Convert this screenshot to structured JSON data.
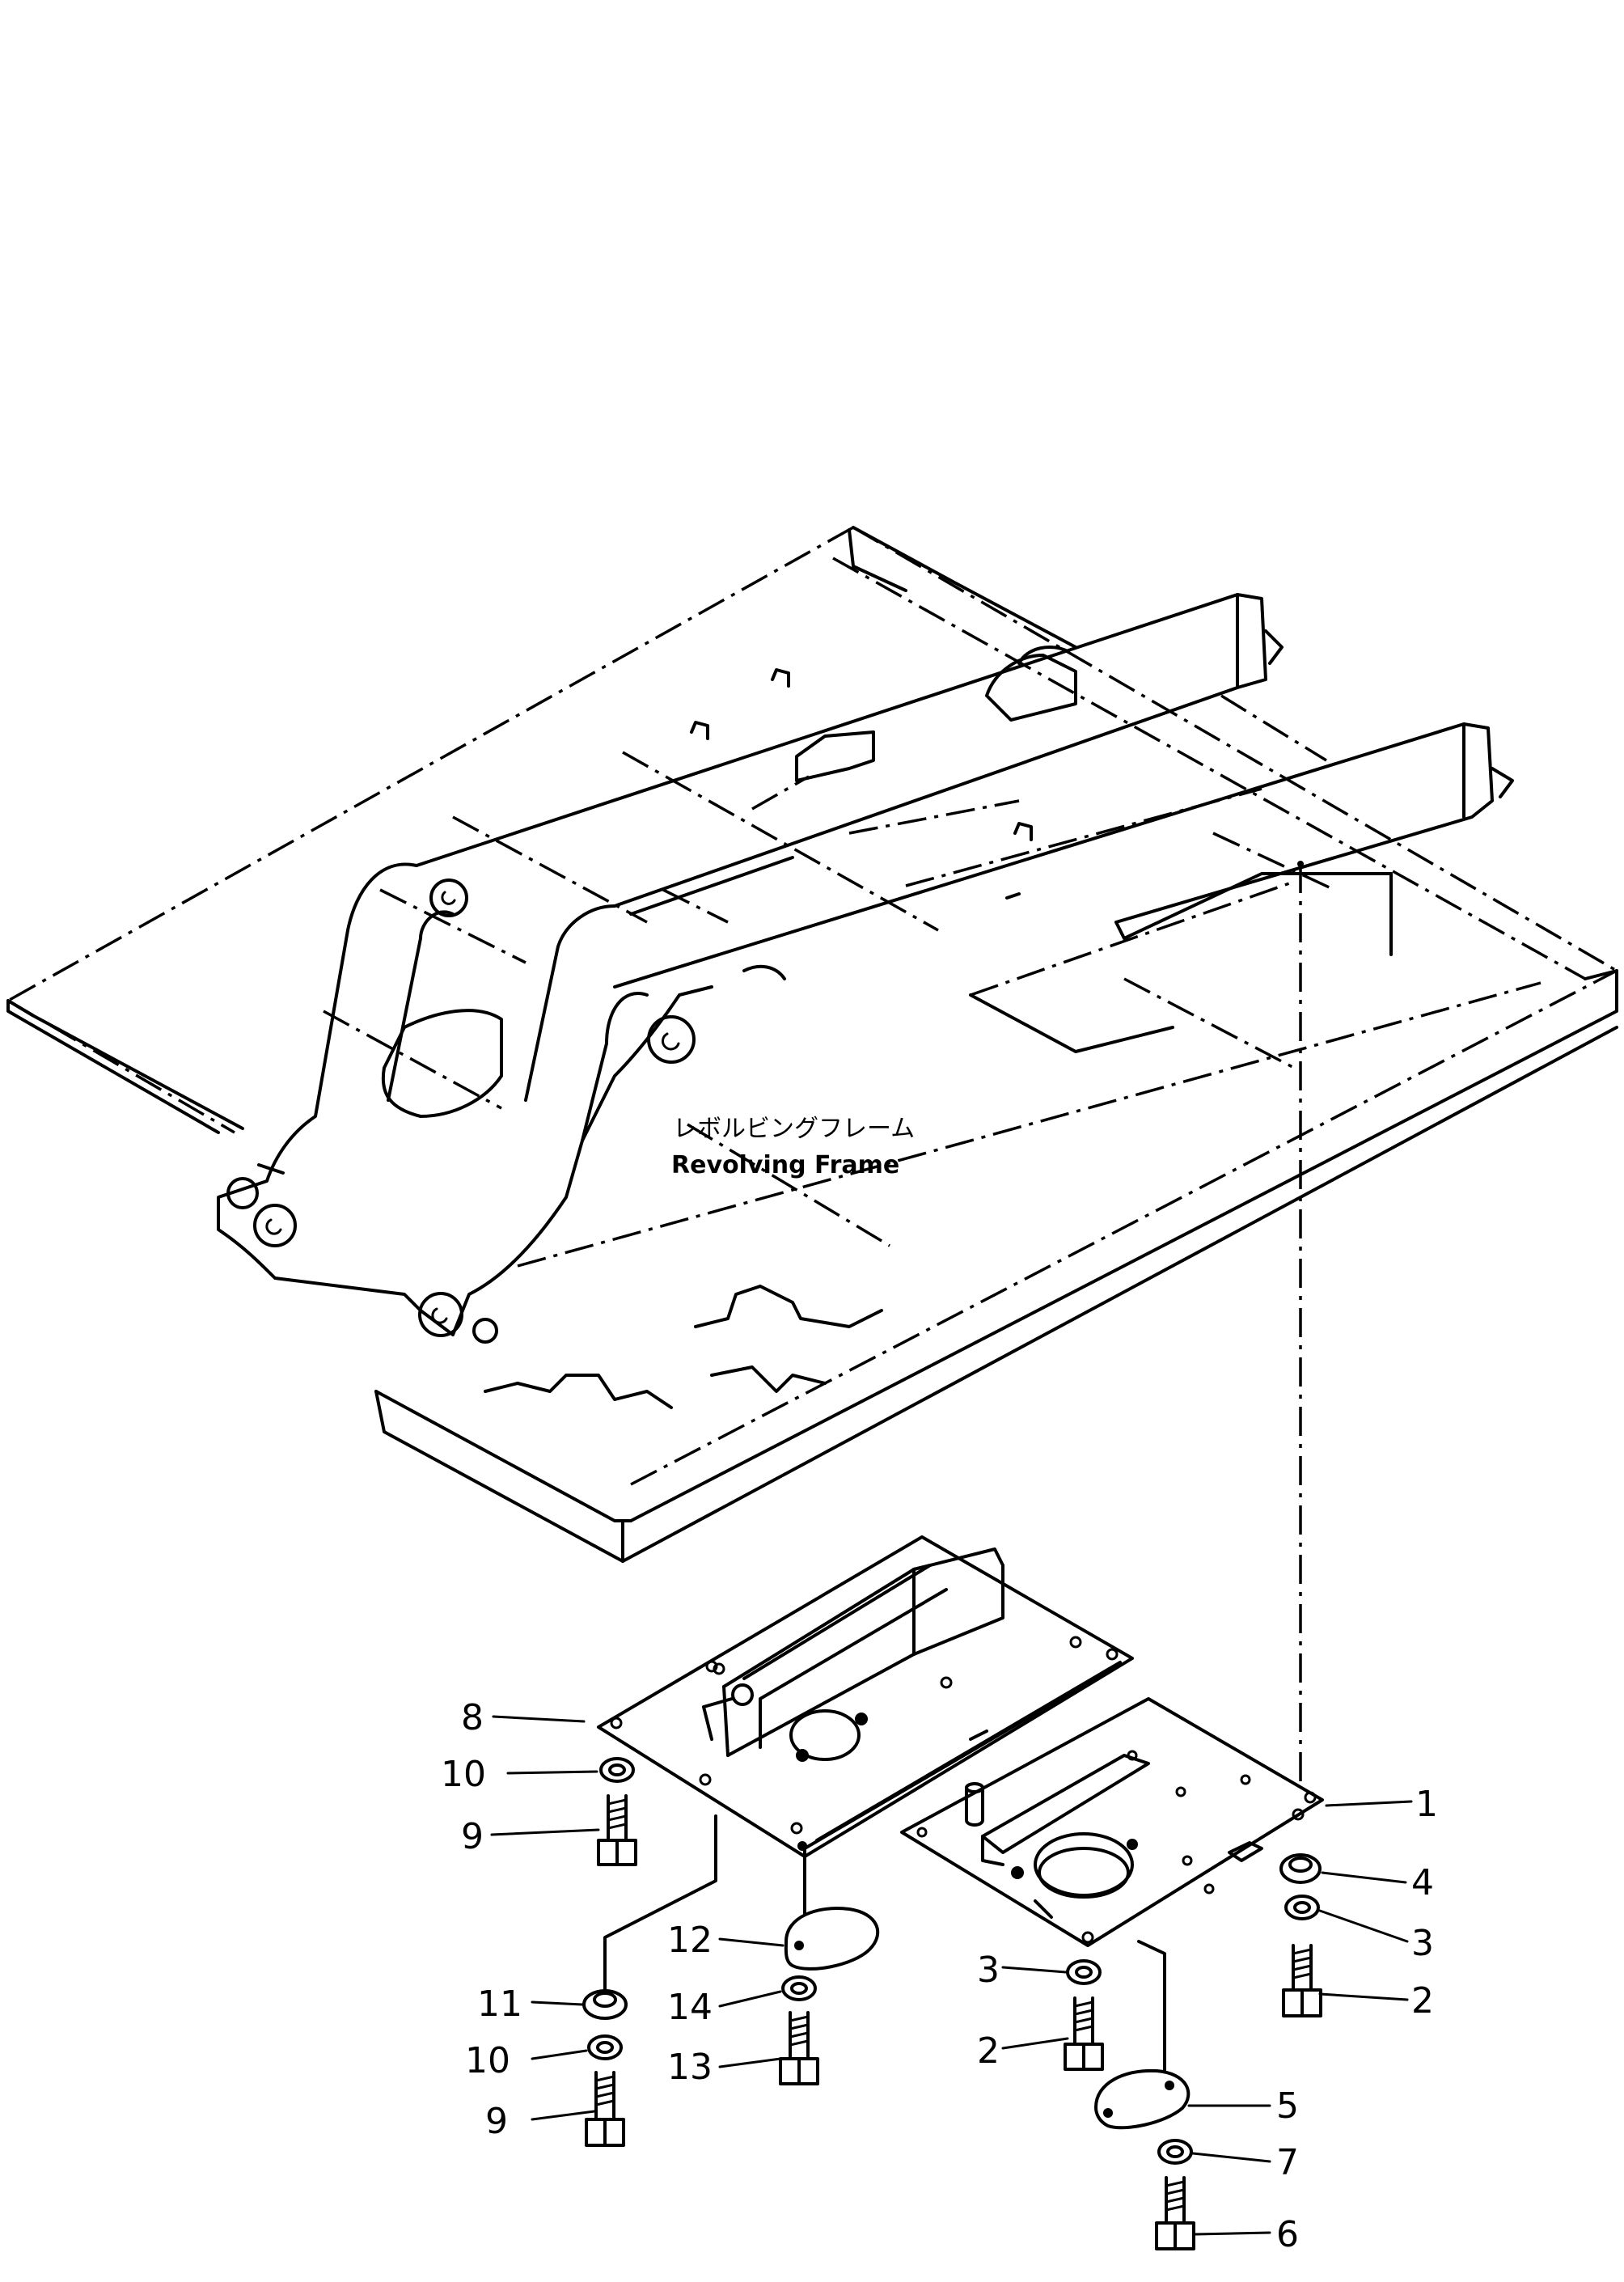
{
  "diagram": {
    "frame_label_jp": "レボルビングフレーム",
    "frame_label_en": "Revolving Frame",
    "callouts": [
      "1",
      "2",
      "3",
      "4",
      "5",
      "6",
      "7",
      "8",
      "9",
      "10",
      "11",
      "12",
      "13",
      "14"
    ]
  }
}
